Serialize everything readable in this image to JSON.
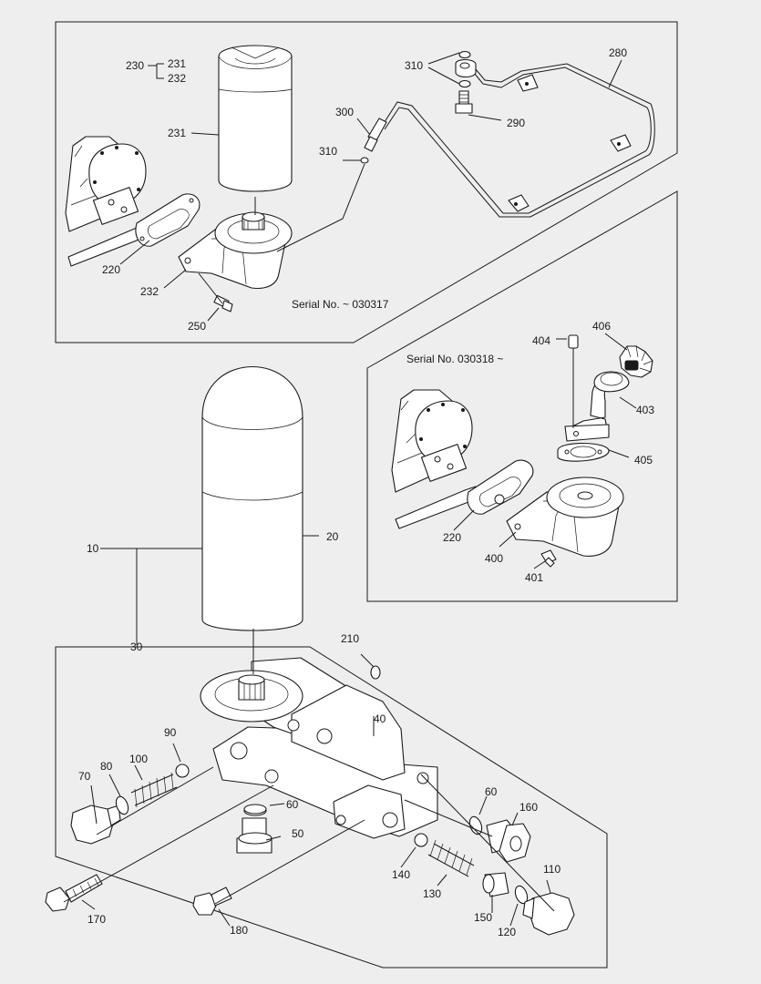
{
  "serials": {
    "early": "Serial No. ~ 030317",
    "late": "Serial No. 030318 ~"
  },
  "labels": {
    "p10": "10",
    "p20": "20",
    "p30": "30",
    "p40": "40",
    "p50": "50",
    "p60a": "60",
    "p60b": "60",
    "p70": "70",
    "p80": "80",
    "p90": "90",
    "p100": "100",
    "p110": "110",
    "p120": "120",
    "p130": "130",
    "p140": "140",
    "p150": "150",
    "p160": "160",
    "p170": "170",
    "p180": "180",
    "p210": "210",
    "p220a": "220",
    "p220b": "220",
    "p230": "230",
    "p231a": "231",
    "p231b": "231",
    "p232a": "232",
    "p232b": "232",
    "p250": "250",
    "p280": "280",
    "p290": "290",
    "p300": "300",
    "p310a": "310",
    "p310b": "310",
    "p400": "400",
    "p401": "401",
    "p403": "403",
    "p404": "404",
    "p405": "405",
    "p406": "406"
  }
}
